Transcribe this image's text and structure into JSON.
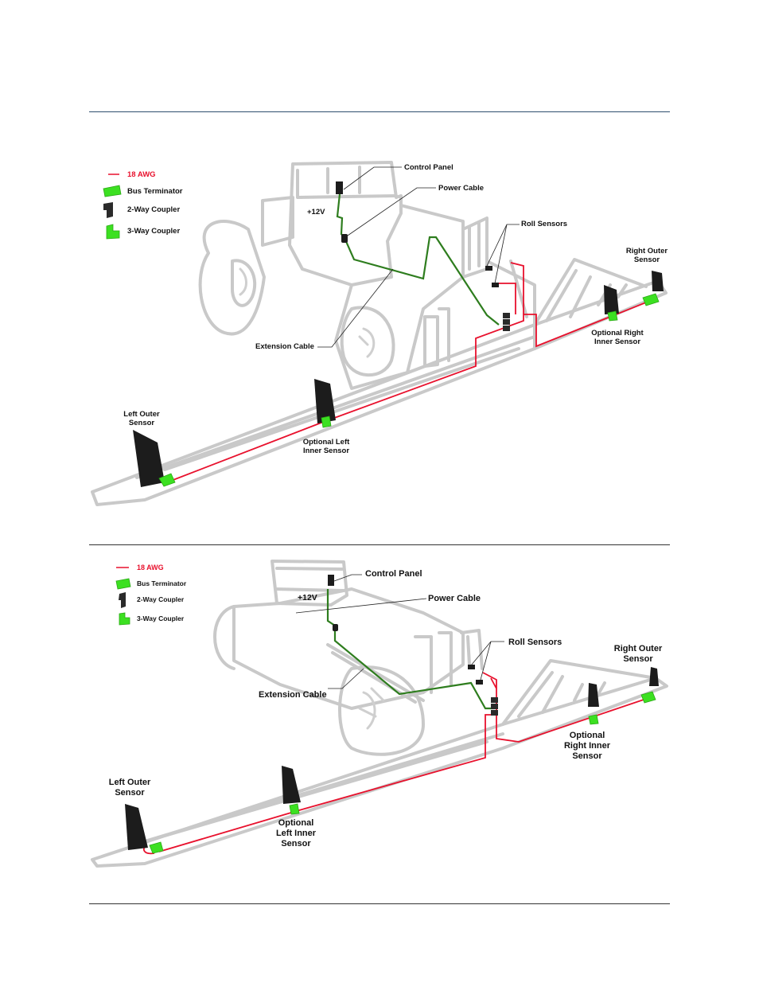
{
  "colors": {
    "wire_18awg": "#e8112d",
    "power_cable": "#2e7d1e",
    "bus_terminator": "#3ce021",
    "coupler_3way": "#3ce021",
    "coupler_2way": "#2a2a2a",
    "rule": "#2f4f6f"
  },
  "diagrams": [
    {
      "legend": {
        "awg": "18 AWG",
        "bus_terminator": "Bus Terminator",
        "two_way": "2-Way Coupler",
        "three_way": "3-Way Coupler"
      },
      "labels": {
        "control_panel": "Control Panel",
        "power_cable": "Power Cable",
        "voltage": "+12V",
        "roll_sensors": "Roll Sensors",
        "right_outer_1": "Right Outer",
        "right_outer_2": "Sensor",
        "opt_right_inner_1": "Optional Right",
        "opt_right_inner_2": "Inner Sensor",
        "extension_cable": "Extension Cable",
        "left_outer_1": "Left Outer",
        "left_outer_2": "Sensor",
        "opt_left_inner_1": "Optional Left",
        "opt_left_inner_2": "Inner Sensor"
      }
    },
    {
      "legend": {
        "awg": "18 AWG",
        "bus_terminator": "Bus Terminator",
        "two_way": "2-Way Coupler",
        "three_way": "3-Way Coupler"
      },
      "labels": {
        "control_panel": "Control Panel",
        "power_cable": "Power Cable",
        "voltage": "+12V",
        "roll_sensors": "Roll Sensors",
        "right_outer_1": "Right Outer",
        "right_outer_2": "Sensor",
        "opt_right_inner_1": "Optional",
        "opt_right_inner_2": "Right Inner",
        "opt_right_inner_3": "Sensor",
        "extension_cable": "Extension Cable",
        "left_outer_1": "Left Outer",
        "left_outer_2": "Sensor",
        "opt_left_inner_1": "Optional",
        "opt_left_inner_2": "Left Inner",
        "opt_left_inner_3": "Sensor"
      }
    }
  ]
}
